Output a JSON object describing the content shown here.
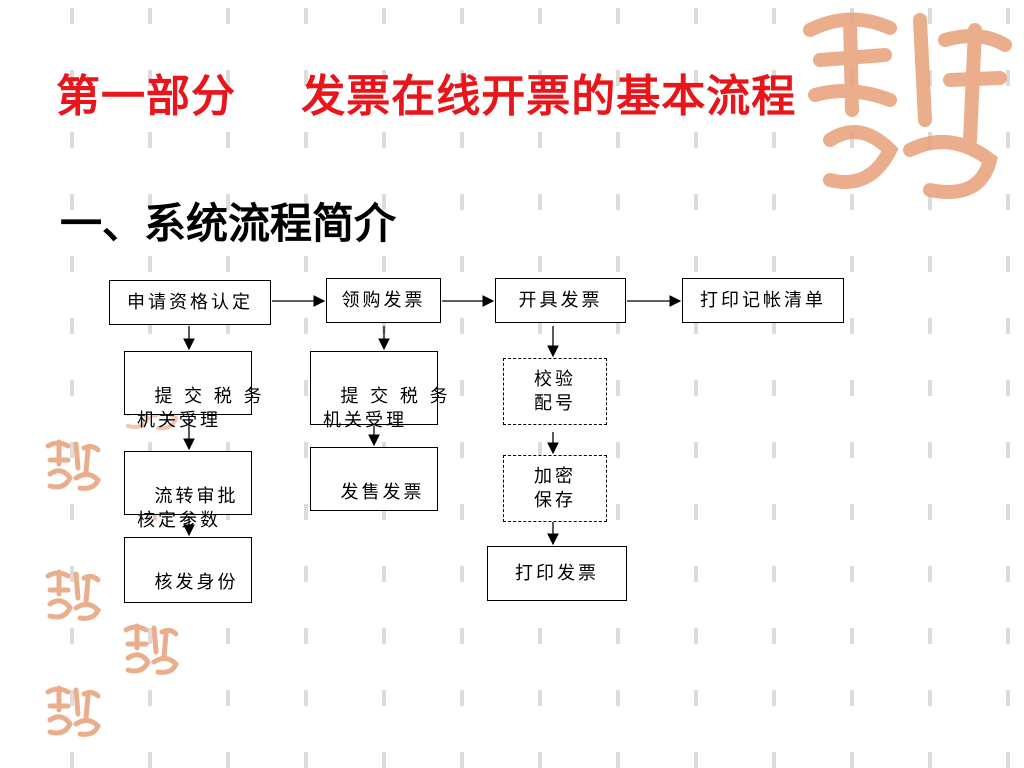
{
  "slide": {
    "title": "第一部分    发票在线开票的基本流程",
    "subtitle": "一、系统流程简介"
  },
  "flow": {
    "top_row": [
      "申请资格认定",
      "领购发票",
      "开具发票",
      "打印记帐清单"
    ],
    "col1": [
      "提 交 税 务\n机关受理",
      "流转审批\n核定参数",
      "核发身份"
    ],
    "col2": [
      "提 交 税 务\n机关受理",
      "发售发票"
    ],
    "col3": [
      "校验\n配号",
      "加密\n保存",
      "打印发票"
    ]
  },
  "colors": {
    "title": "#e8151b",
    "text": "#000000",
    "dash": "#dcdcdc",
    "seal": "#e8a07a"
  },
  "decor": {
    "seal_icon": "ji-xiang-ru-yi-seal-icon"
  }
}
